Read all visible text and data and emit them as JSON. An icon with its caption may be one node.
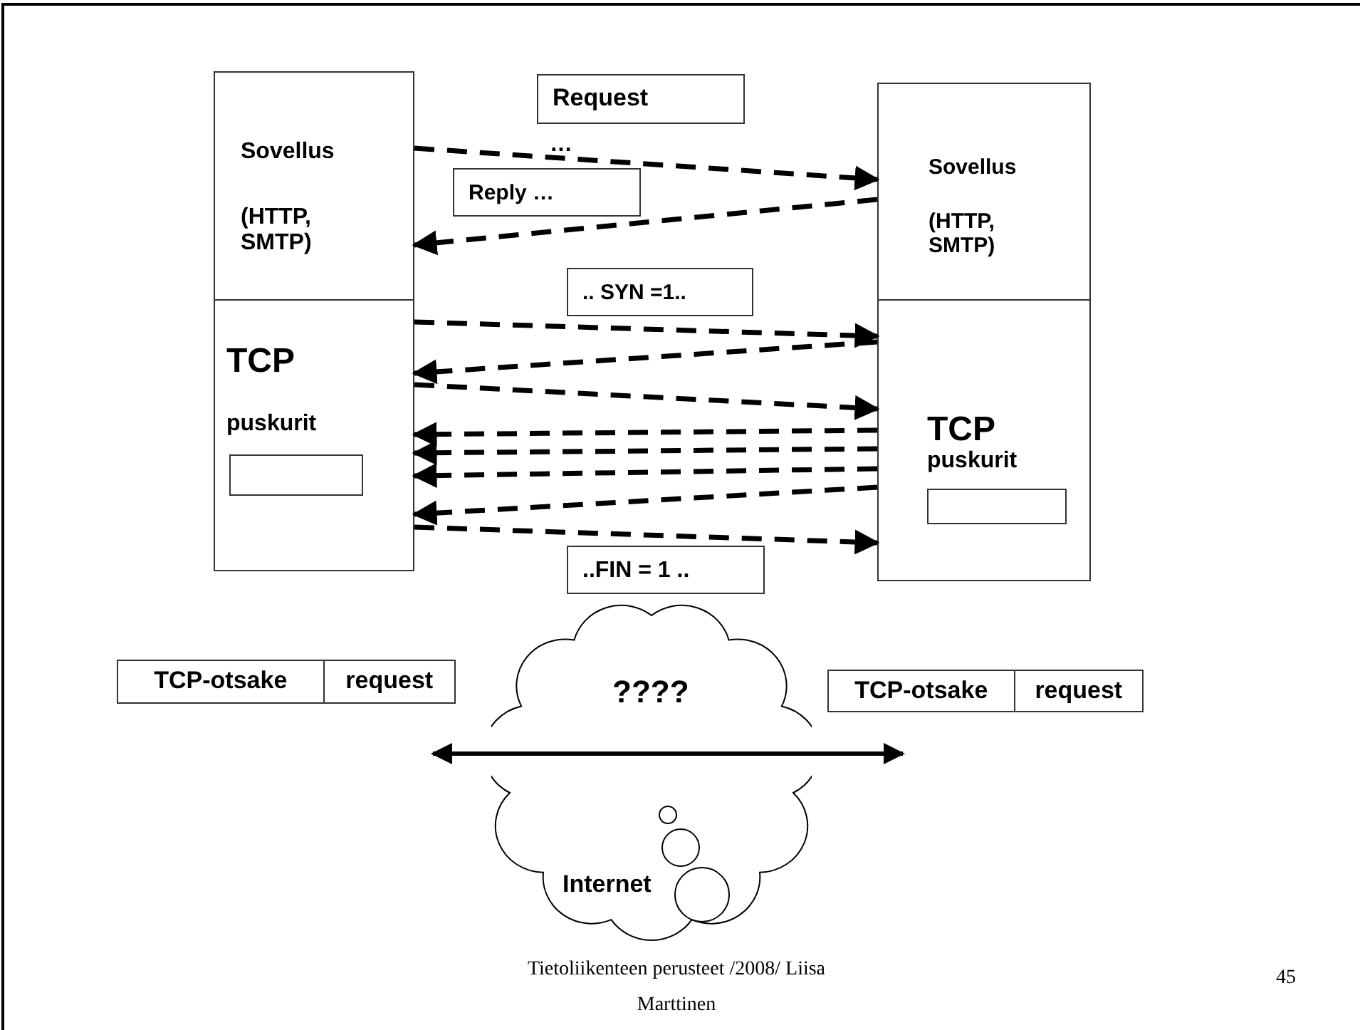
{
  "diagram": {
    "nodes": [
      {
        "text": [
          "Sovellus",
          "(HTTP, SMTP)"
        ]
      },
      {
        "text": [
          "TCP",
          "puskurit"
        ]
      },
      {
        "text": [],
        "shape": "box",
        "in": 1
      },
      {
        "text": [
          "Sovellus",
          "(HTTP, SMTP)"
        ]
      },
      {
        "text": [
          "TCP",
          "puskurit"
        ]
      },
      {
        "text": [],
        "shape": "box",
        "in": 4
      },
      {
        "text": [
          "Request"
        ]
      },
      {
        "text": [
          "Reply …"
        ]
      },
      {
        "text": [
          ".. SYN =1.."
        ]
      },
      {
        "text": [
          "..FIN = 1 .."
        ]
      },
      {
        "text": [
          "????",
          "Internet"
        ]
      },
      {
        "text": [
          "TCP-otsake",
          "request"
        ]
      },
      {
        "text": [
          "TCP-otsake",
          "request"
        ]
      }
    ],
    "edges": [
      {
        "from": 0,
        "to": 3,
        "arrow": "to",
        "style": "dashed"
      },
      {
        "from": 3,
        "to": 0,
        "arrow": "to",
        "style": "dashed"
      },
      {
        "from": 1,
        "to": 4,
        "arrow": "to",
        "style": "dashed"
      },
      {
        "from": 4,
        "to": 1,
        "arrow": "to",
        "style": "dashed"
      },
      {
        "from": 1,
        "to": 4,
        "arrow": "to",
        "style": "dashed"
      },
      {
        "from": 4,
        "to": 1,
        "arrow": "to",
        "style": "dashed"
      },
      {
        "from": 4,
        "to": 1,
        "arrow": "to",
        "style": "dashed"
      },
      {
        "from": 4,
        "to": 1,
        "arrow": "to",
        "style": "dashed"
      },
      {
        "from": 4,
        "to": 1,
        "arrow": "to",
        "style": "dashed"
      },
      {
        "from": 1,
        "to": 4,
        "arrow": "to",
        "style": "dashed"
      }
    ],
    "labels": [
      "…",
      "Tietoliikenteen perusteet /2008/ Liisa Marttinen",
      "45"
    ]
  }
}
